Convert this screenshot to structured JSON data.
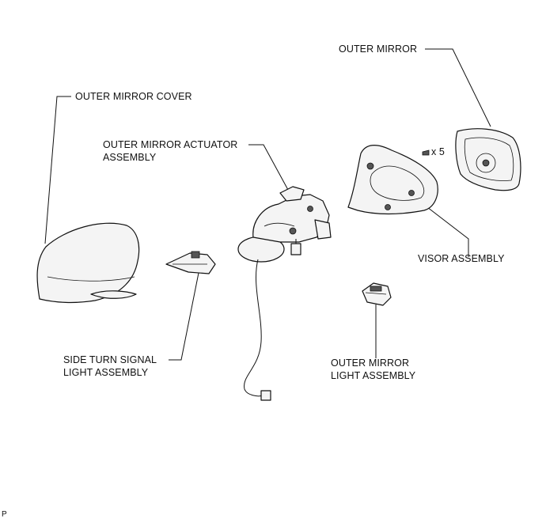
{
  "labels": {
    "outer_mirror": "OUTER MIRROR",
    "outer_mirror_cover": "OUTER MIRROR COVER",
    "actuator_line1": "OUTER MIRROR ACTUATOR",
    "actuator_line2": "ASSEMBLY",
    "screw_count": "x 5",
    "visor_assembly": "VISOR ASSEMBLY",
    "side_turn_line1": "SIDE TURN SIGNAL",
    "side_turn_line2": "LIGHT ASSEMBLY",
    "mirror_light_line1": "OUTER MIRROR",
    "mirror_light_line2": "LIGHT ASSEMBLY",
    "corner_code": "P"
  }
}
